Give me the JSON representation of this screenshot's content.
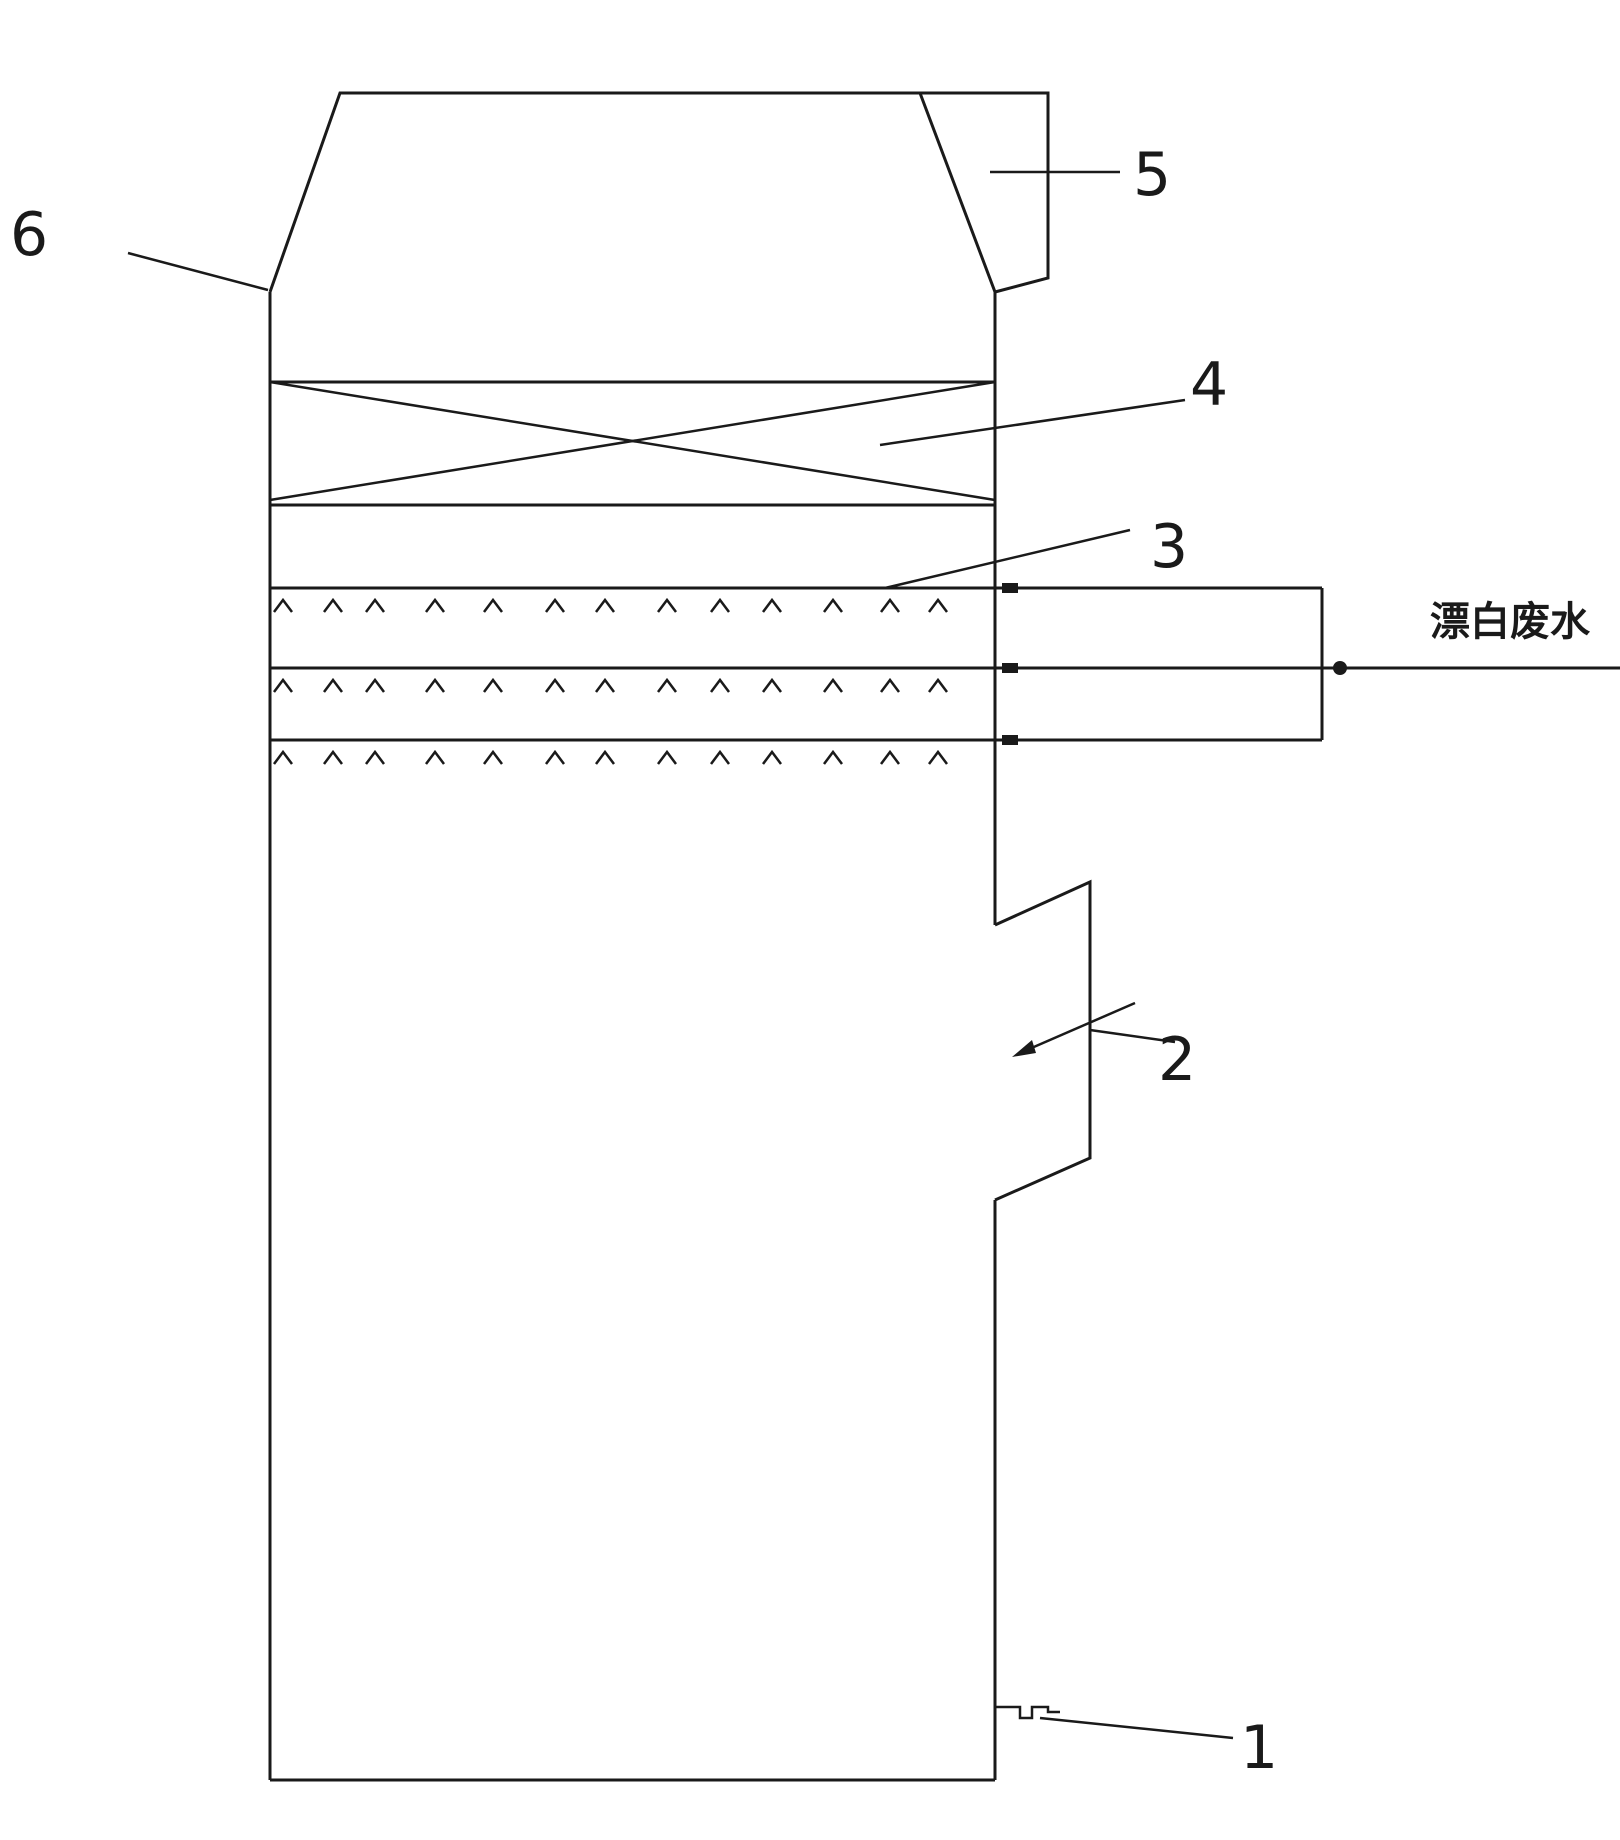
{
  "labels": {
    "l1": "1",
    "l2": "2",
    "l3": "3",
    "l4": "4",
    "l5": "5",
    "l6": "6",
    "inlet": "漂白废水"
  }
}
